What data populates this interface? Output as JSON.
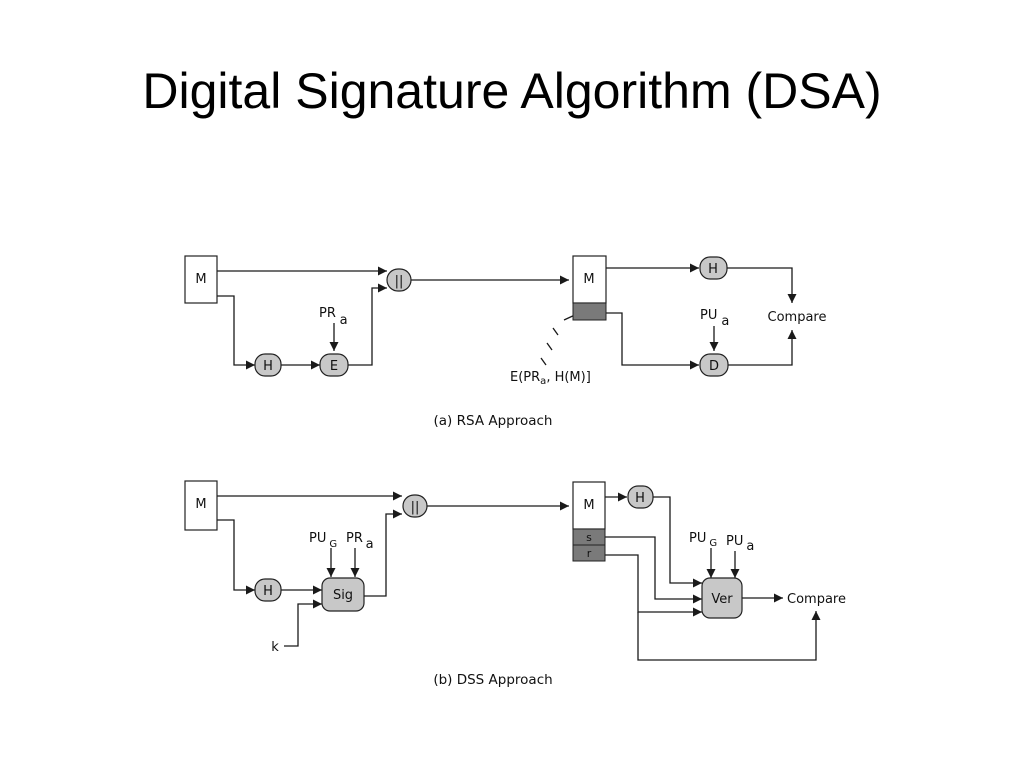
{
  "slide": {
    "title": "Digital Signature Algorithm (DSA)"
  },
  "rsa": {
    "caption": "(a) RSA Approach",
    "message": "M",
    "hash": "H",
    "encrypt": "E",
    "concat": "||",
    "private_key": "PR",
    "private_key_sub": "a",
    "recv_message": "M",
    "recv_hash": "H",
    "public_key": "PU",
    "public_key_sub": "a",
    "decrypt": "D",
    "compare": "Compare",
    "signature_label_prefix": "E(PR",
    "signature_label_sub": "a",
    "signature_label_suffix": ", H(M)]"
  },
  "dss": {
    "caption": "(b) DSS Approach",
    "message": "M",
    "hash": "H",
    "sign": "Sig",
    "concat": "||",
    "random_k": "k",
    "global_key": "PU",
    "global_key_sub": "G",
    "private_key": "PR",
    "private_key_sub": "a",
    "recv_message": "M",
    "recv_hash": "H",
    "sig_s": "s",
    "sig_r": "r",
    "verify": "Ver",
    "ver_global_key": "PU",
    "ver_global_key_sub": "G",
    "ver_public_key": "PU",
    "ver_public_key_sub": "a",
    "compare": "Compare"
  }
}
